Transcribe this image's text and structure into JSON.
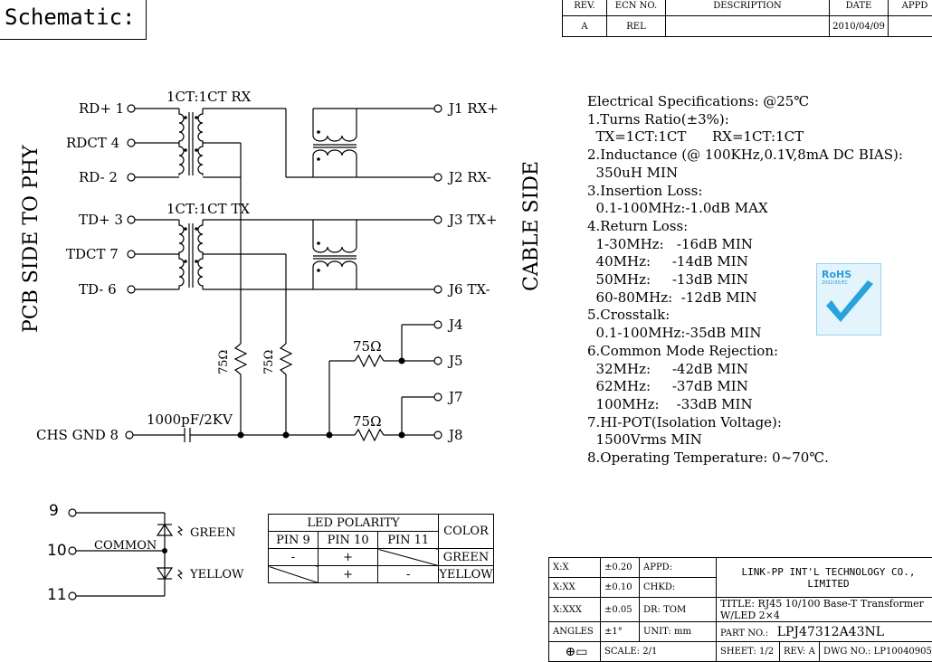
{
  "title": "Schematic:",
  "revision_table": {
    "headers": [
      "REV.",
      "ECN NO.",
      "DESCRIPTION",
      "DATE",
      "APPD"
    ],
    "row": [
      "A",
      "REL",
      "",
      "2010/04/09",
      ""
    ]
  },
  "schematic": {
    "pcb_side_label": "PCB SIDE TO PHY",
    "cable_side_label": "CABLE SIDE",
    "rx_ratio": "1CT:1CT   RX",
    "tx_ratio": "1CT:1CT   TX",
    "pins_left": [
      "RD+ 1",
      "RDCT 4",
      "RD- 2",
      "TD+ 3",
      "TDCT 7",
      "TD- 6"
    ],
    "pins_right": [
      "J1 RX+",
      "J2 RX-",
      "J3 TX+",
      "J6 TX-",
      "J4",
      "J5",
      "J7",
      "J8"
    ],
    "resistor_left": "75Ω",
    "resistor_mid": "75Ω",
    "resistor_j5": "75Ω",
    "resistor_j8": "75Ω",
    "capacitor": "1000pF/2KV",
    "chs_gnd": "CHS GND 8"
  },
  "led_circuit": {
    "pin9": "9",
    "pin10": "10",
    "pin11": "11",
    "common": "COMMON",
    "green": "GREEN",
    "yellow": "YELLOW"
  },
  "led_polarity": {
    "title": "LED POLARITY",
    "color_header": "COLOR",
    "cols": [
      "PIN 9",
      "PIN 10",
      "PIN 11"
    ],
    "rows": [
      {
        "pin9": "-",
        "pin10": "+",
        "pin11": "",
        "color": "GREEN"
      },
      {
        "pin9": "",
        "pin10": "+",
        "pin11": "-",
        "color": "YELLOW"
      }
    ]
  },
  "specs": [
    "Electrical Specifications: @25℃",
    "1.Turns Ratio(±3%):",
    "  TX=1CT:1CT      RX=1CT:1CT",
    "2.Inductance (@ 100KHz,0.1V,8mA DC BIAS):",
    "  350uH MIN",
    "3.Insertion Loss:",
    "  0.1-100MHz:-1.0dB MAX",
    "4.Return Loss:",
    "  1-30MHz:   -16dB MIN",
    "  40MHz:     -14dB MIN",
    "  50MHz:     -13dB MIN",
    "  60-80MHz:  -12dB MIN",
    "5.Crosstalk:",
    "  0.1-100MHz:-35dB MIN",
    "6.Common Mode Rejection:",
    "  32MHz:     -42dB MIN",
    "  62MHz:     -37dB MIN",
    "  100MHz:    -33dB MIN",
    "7.HI-POT(Isolation Voltage):",
    "  1500Vrms MIN",
    "8.Operating Temperature: 0~70℃."
  ],
  "rohs": {
    "label": "RoHS",
    "sub": "2002/95/EC"
  },
  "title_block": {
    "tol_x": "X:X",
    "tol_x_val": "±0.20",
    "tol_xx": "X:XX",
    "tol_xx_val": "±0.10",
    "tol_xxx": "X:XXX",
    "tol_xxx_val": "±0.05",
    "angles": "ANGLES",
    "angles_val": "±1°",
    "appd": "APPD:",
    "chkd": "CHKD:",
    "dr": "DR:   TOM",
    "unit": "UNIT:   mm",
    "company": "LINK-PP INT'L TECHNOLOGY CO., LIMITED",
    "title": "TITLE:  RJ45 10/100 Base-T Transformer W/LED 2×4",
    "part_no_label": "PART NO.:",
    "part_no": "LPJ47312A43NL",
    "scale_label": "SCALE:",
    "scale": "2/1",
    "sheet_label": "SHEET:",
    "sheet": "1/2",
    "rev_label": "REV:",
    "rev": "A",
    "dwg_label": "DWG NO.:",
    "dwg": "LP10040905"
  }
}
